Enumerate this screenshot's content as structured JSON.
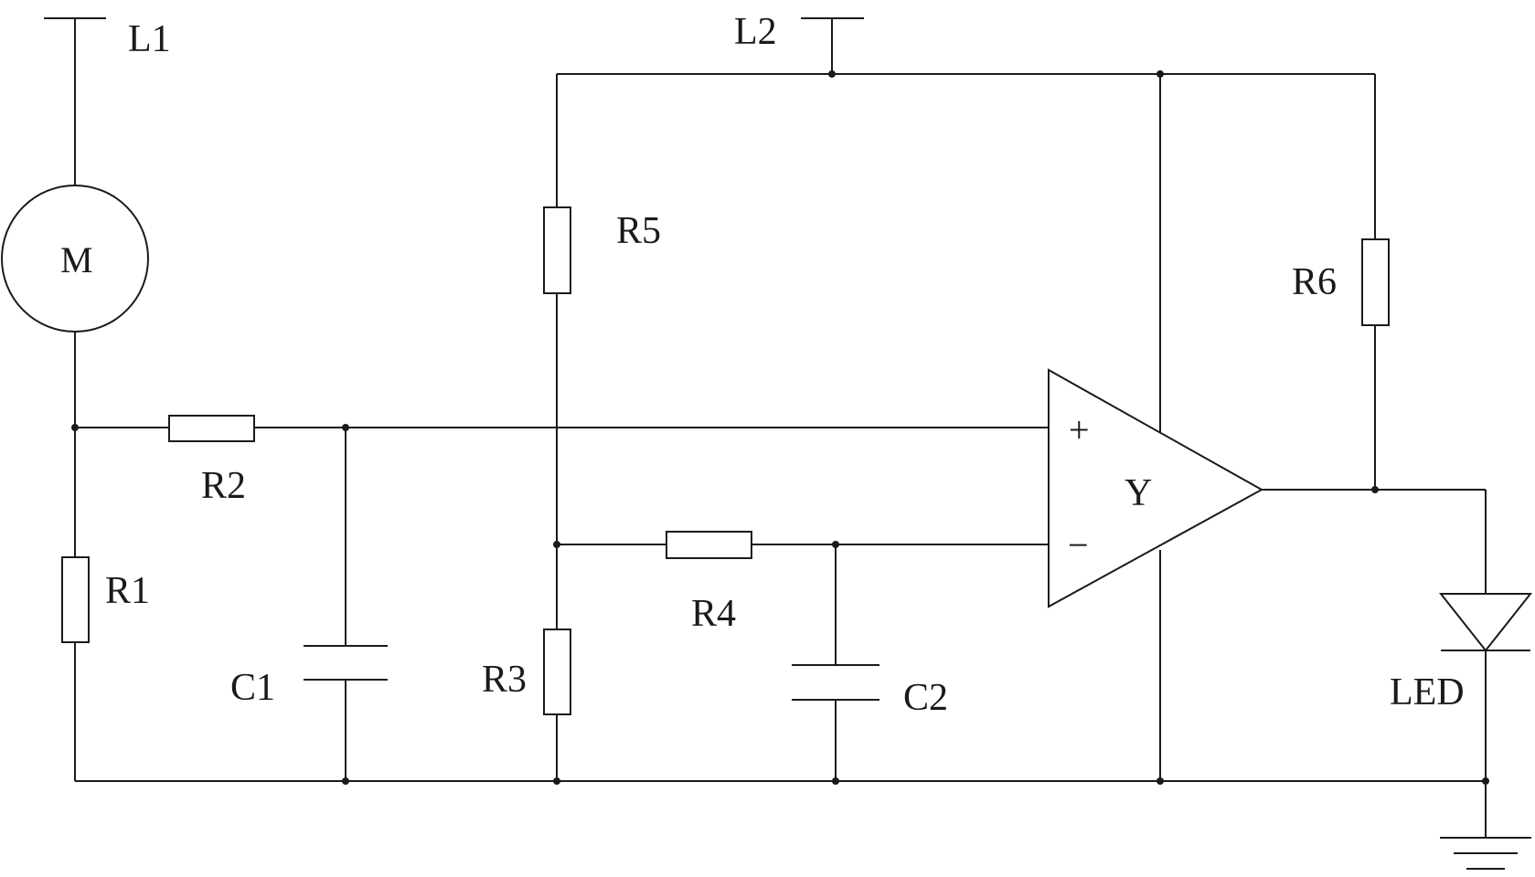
{
  "labels": {
    "l1": "L1",
    "l2": "L2",
    "motor": "M",
    "r1": "R1",
    "r2": "R2",
    "r3": "R3",
    "r4": "R4",
    "r5": "R5",
    "r6": "R6",
    "c1": "C1",
    "c2": "C2",
    "opamp": "Y",
    "led": "LED",
    "plus": "+",
    "minus": "−"
  }
}
